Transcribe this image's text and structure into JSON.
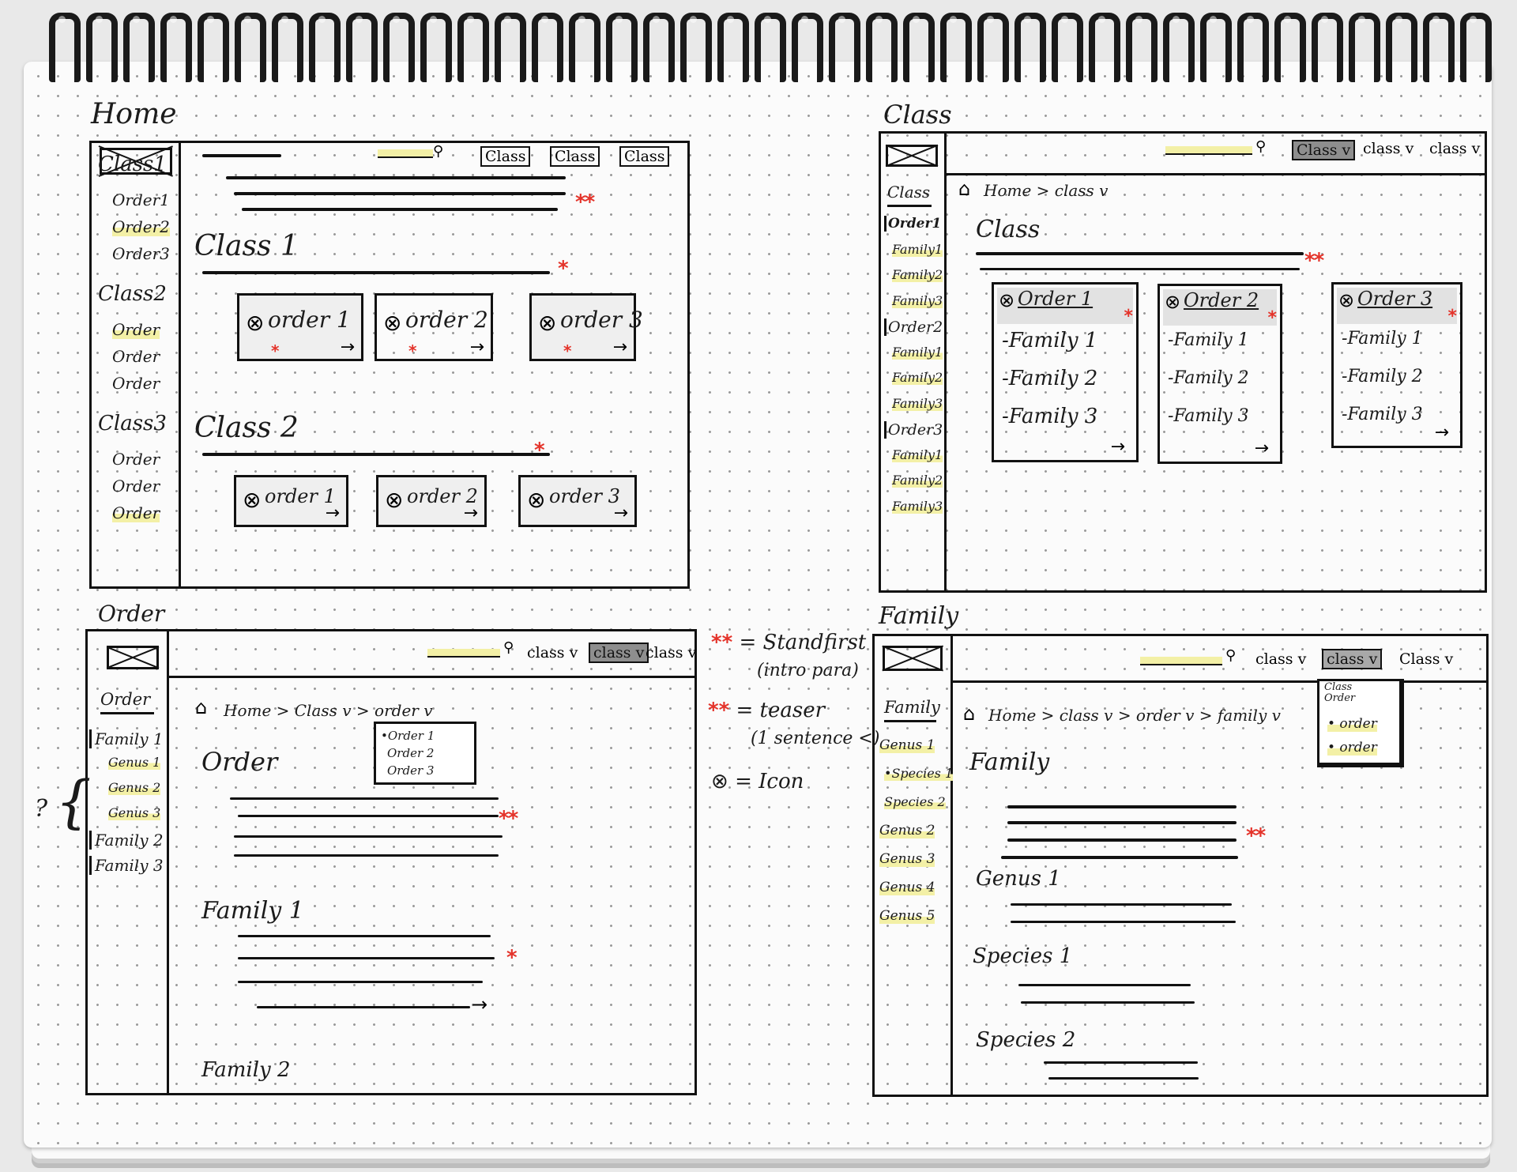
{
  "legend": {
    "standfirst_stars": "**",
    "standfirst_text": "= Standfirst",
    "standfirst_note": "(intro para)",
    "teaser_stars": "**",
    "teaser_text": "= teaser",
    "teaser_note": "(1 sentence <)",
    "icon_symbol": "⊗",
    "icon_text": "= Icon",
    "star_color": "#e4332a",
    "highlight_color": "#f3f0a6"
  },
  "home": {
    "title": "Home",
    "nav": [
      {
        "label": "Class1",
        "level": 0
      },
      {
        "label": "Order1",
        "level": 1
      },
      {
        "label": "Order2",
        "level": 1
      },
      {
        "label": "Order3",
        "level": 1
      },
      {
        "label": "Class2",
        "level": 0
      },
      {
        "label": "Order",
        "level": 1
      },
      {
        "label": "Order",
        "level": 1
      },
      {
        "label": "Order",
        "level": 1
      },
      {
        "label": "Class3",
        "level": 0
      },
      {
        "label": "Order",
        "level": 1
      },
      {
        "label": "Order",
        "level": 1
      },
      {
        "label": "Order",
        "level": 1
      }
    ],
    "tabs": [
      "Class",
      "Class",
      "Class"
    ],
    "standfirst_mark": "**",
    "sections": [
      {
        "title": "Class 1",
        "mark": "*",
        "cards": [
          "order 1",
          "order 2",
          "order 3"
        ]
      },
      {
        "title": "Class 2",
        "mark": "*",
        "cards": [
          "order 1",
          "order 2",
          "order 3"
        ]
      }
    ]
  },
  "class": {
    "title": "Class",
    "nav": [
      {
        "label": "Class",
        "kind": "head"
      },
      {
        "label": "Order1",
        "kind": "current"
      },
      {
        "label": "Family1",
        "kind": "sub"
      },
      {
        "label": "Family2",
        "kind": "sub"
      },
      {
        "label": "Family3",
        "kind": "sub"
      },
      {
        "label": "Order2",
        "kind": "group"
      },
      {
        "label": "Family1",
        "kind": "sub"
      },
      {
        "label": "Family2",
        "kind": "sub"
      },
      {
        "label": "Family3",
        "kind": "sub"
      },
      {
        "label": "Order3",
        "kind": "group"
      },
      {
        "label": "Family1",
        "kind": "sub"
      },
      {
        "label": "Family2",
        "kind": "sub"
      },
      {
        "label": "Family3",
        "kind": "sub"
      }
    ],
    "tabs": [
      "Class v",
      "class v",
      "class v"
    ],
    "breadcrumb": "Home > class v",
    "heading": "Class",
    "standfirst_mark": "**",
    "cards": [
      {
        "title": "Order 1",
        "items": [
          "-Family 1",
          "-Family 2",
          "-Family 3"
        ],
        "mark": "*"
      },
      {
        "title": "Order 2",
        "items": [
          "-Family 1",
          "-Family 2",
          "-Family 3"
        ],
        "mark": "*"
      },
      {
        "title": "Order 3",
        "items": [
          "-Family 1",
          "-Family 2",
          "-Family 3"
        ],
        "mark": "*"
      }
    ]
  },
  "order": {
    "title": "Order",
    "nav": [
      {
        "label": "Order",
        "kind": "head"
      },
      {
        "label": "Family 1",
        "kind": "group"
      },
      {
        "label": "Genus 1",
        "kind": "sub"
      },
      {
        "label": "Genus 2",
        "kind": "sub"
      },
      {
        "label": "Genus 3",
        "kind": "sub"
      },
      {
        "label": "Family 2",
        "kind": "group"
      },
      {
        "label": "Family 3",
        "kind": "group"
      }
    ],
    "tabs": [
      "class v",
      "class v",
      "class v"
    ],
    "breadcrumb": "Home > Class v > order v",
    "dropdown": [
      "•Order 1",
      "Order 2",
      "Order 3"
    ],
    "heading": "Order",
    "standfirst_mark": "**",
    "section1": "Family 1",
    "section1_mark": "*",
    "section2": "Family 2",
    "margin_note": "?"
  },
  "family": {
    "title": "Family",
    "nav": [
      {
        "label": "Family",
        "kind": "head"
      },
      {
        "label": "Genus 1",
        "kind": "group"
      },
      {
        "label": "•Species 1",
        "kind": "sub"
      },
      {
        "label": "Species 2",
        "kind": "sub"
      },
      {
        "label": "Genus 2",
        "kind": "group"
      },
      {
        "label": "Genus 3",
        "kind": "group"
      },
      {
        "label": "Genus 4",
        "kind": "group"
      },
      {
        "label": "Genus 5",
        "kind": "group"
      }
    ],
    "tabs": [
      "class v",
      "class v",
      "Class v"
    ],
    "breadcrumb": "Home > class v > order v > family v",
    "dropdown": [
      "Class",
      "Order",
      "• order",
      "• order"
    ],
    "heading": "Family",
    "standfirst_mark": "**",
    "sections": [
      "Genus 1",
      "Species 1",
      "Species 2"
    ]
  }
}
